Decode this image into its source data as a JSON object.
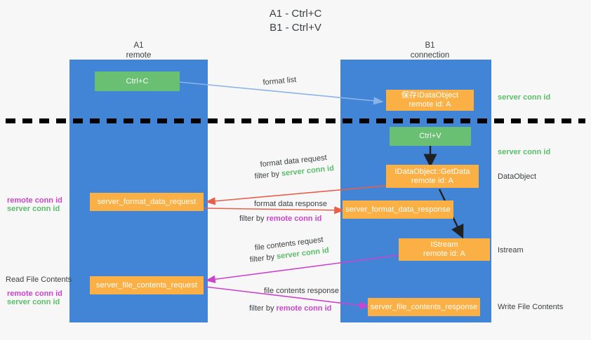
{
  "title": {
    "line1": "A1 - Ctrl+C",
    "line2": "B1 - Ctrl+V"
  },
  "columns": [
    {
      "name": "A1",
      "sub": "remote"
    },
    {
      "name": "B1",
      "sub": "connection"
    }
  ],
  "colors": {
    "lane": "#4285d6",
    "green_box": "#69bf72",
    "orange_box": "#fbb045",
    "server_conn_id": "#5bbd6a",
    "remote_conn_id": "#cc44cc",
    "format_list_arrow": "#8ab4e8",
    "format_data_arrow": "#e8604c",
    "file_contents_arrow": "#cc44cc",
    "flow_arrow": "#202124",
    "text": "#3c4043"
  },
  "boxes": {
    "ctrl_c": {
      "label": "Ctrl+C"
    },
    "ctrl_v": {
      "label": "Ctrl+V"
    },
    "save_idataobject": {
      "line1": "保存IDataObject",
      "line2": "remote id: A"
    },
    "idataobject_getdata": {
      "line1": "IDataObject::GetData",
      "line2": "remote id: A"
    },
    "istream": {
      "line1": "IStream",
      "line2": "remote id: A"
    },
    "server_format_data_request": {
      "label": "server_format_data_request"
    },
    "server_format_data_response": {
      "label": "server_format_data_response"
    },
    "server_file_contents_request": {
      "label": "server_file_contents_request"
    },
    "server_file_contents_response": {
      "label": "server_file_contents_response"
    }
  },
  "right_labels": {
    "server_conn_id_top": "server conn id",
    "server_conn_id_mid": "server conn id",
    "dataobject": "DataObject",
    "istream": "Istream",
    "write_file_contents": "Write File Contents"
  },
  "left_labels": {
    "remote_conn_id_mid": "remote conn id",
    "server_conn_id_mid": "server conn id",
    "read_file_contents": "Read File Contents",
    "remote_conn_id_bottom": "remote conn id",
    "server_conn_id_bottom": "server conn id"
  },
  "edge_labels": {
    "format_list": "format list",
    "format_data_request": "format data request",
    "format_data_request_filter_prefix": "filter by ",
    "format_data_request_filter_value": "server conn id",
    "format_data_response": "format data response",
    "format_data_response_filter_prefix": "filter by ",
    "format_data_response_filter_value": "remote conn id",
    "file_contents_request": "file contents request",
    "file_contents_request_filter_prefix": "filter by ",
    "file_contents_request_filter_value": "server conn id",
    "file_contents_response": "file contents response",
    "file_contents_response_filter_prefix": "filter by ",
    "file_contents_response_filter_value": "remote conn id"
  }
}
